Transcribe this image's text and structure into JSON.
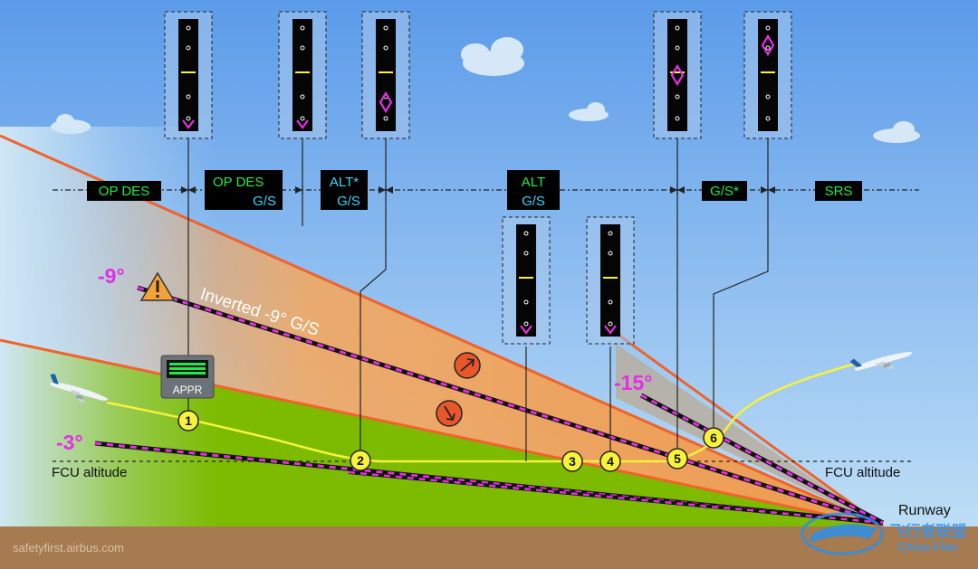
{
  "modes": {
    "op_des": "OP DES",
    "op_des_gs": [
      "OP DES",
      "G/S"
    ],
    "alt_star_gs": [
      "ALT*",
      "G/S"
    ],
    "alt_gs": [
      "ALT",
      "G/S"
    ],
    "gs_star": "G/S*",
    "srs": "SRS"
  },
  "angles": {
    "neg9": "-9°",
    "neg3": "-3°",
    "neg15": "-15°"
  },
  "inverted_gs_label": "Inverted -9° G/S",
  "appr_label": "APPR",
  "fcu_altitude_left": "FCU altitude",
  "fcu_altitude_right": "FCU altitude",
  "runway_label": "Runway",
  "credit": "safetyfirst.airbus.com",
  "watermark_cn": "飞行者联盟",
  "watermark_en": "China Flier",
  "points": [
    "1",
    "2",
    "3",
    "4",
    "5",
    "6"
  ],
  "colors": {
    "sky_top": "#5B9BEA",
    "sky_bottom": "#BFE0F5",
    "ground": "#A57B4F",
    "grass": "#7DBB00",
    "zone_orange": "#F0A560",
    "beam_red": "#F26A2E",
    "glide_magenta": "#E42FE4",
    "path_yellow": "#F8F23A",
    "fma_green": "#1FEA4A",
    "fma_cyan": "#34D6FF"
  },
  "gs_scales": [
    {
      "id": "scale-1",
      "diamond": "bottom-chevron"
    },
    {
      "id": "scale-2",
      "diamond": "bottom-chevron"
    },
    {
      "id": "scale-3",
      "diamond": "below-center"
    },
    {
      "id": "scale-4",
      "diamond": "bottom-chevron"
    },
    {
      "id": "scale-5",
      "diamond": "bottom-chevron"
    },
    {
      "id": "scale-6",
      "diamond": "center"
    },
    {
      "id": "scale-7",
      "diamond": "top"
    }
  ]
}
